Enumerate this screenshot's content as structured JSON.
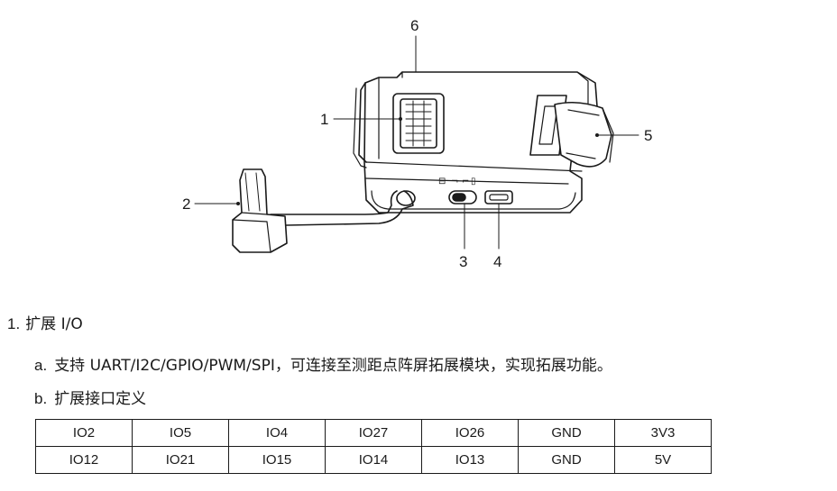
{
  "figure": {
    "callouts": [
      "1",
      "2",
      "3",
      "4",
      "5",
      "6"
    ],
    "port_marks": [
      "⊟",
      "¬",
      "⌐",
      "▯"
    ]
  },
  "section": {
    "number": "1.",
    "title": "扩展 I/O",
    "items": [
      {
        "letter": "a.",
        "text": "支持 UART/I2C/GPIO/PWM/SPI，可连接至测距点阵屏拓展模块，实现拓展功能。"
      },
      {
        "letter": "b.",
        "text": "扩展接口定义"
      }
    ]
  },
  "pin_table": {
    "rows": [
      [
        "IO2",
        "IO5",
        "IO4",
        "IO27",
        "IO26",
        "GND",
        "3V3"
      ],
      [
        "IO12",
        "IO21",
        "IO15",
        "IO14",
        "IO13",
        "GND",
        "5V"
      ]
    ]
  }
}
